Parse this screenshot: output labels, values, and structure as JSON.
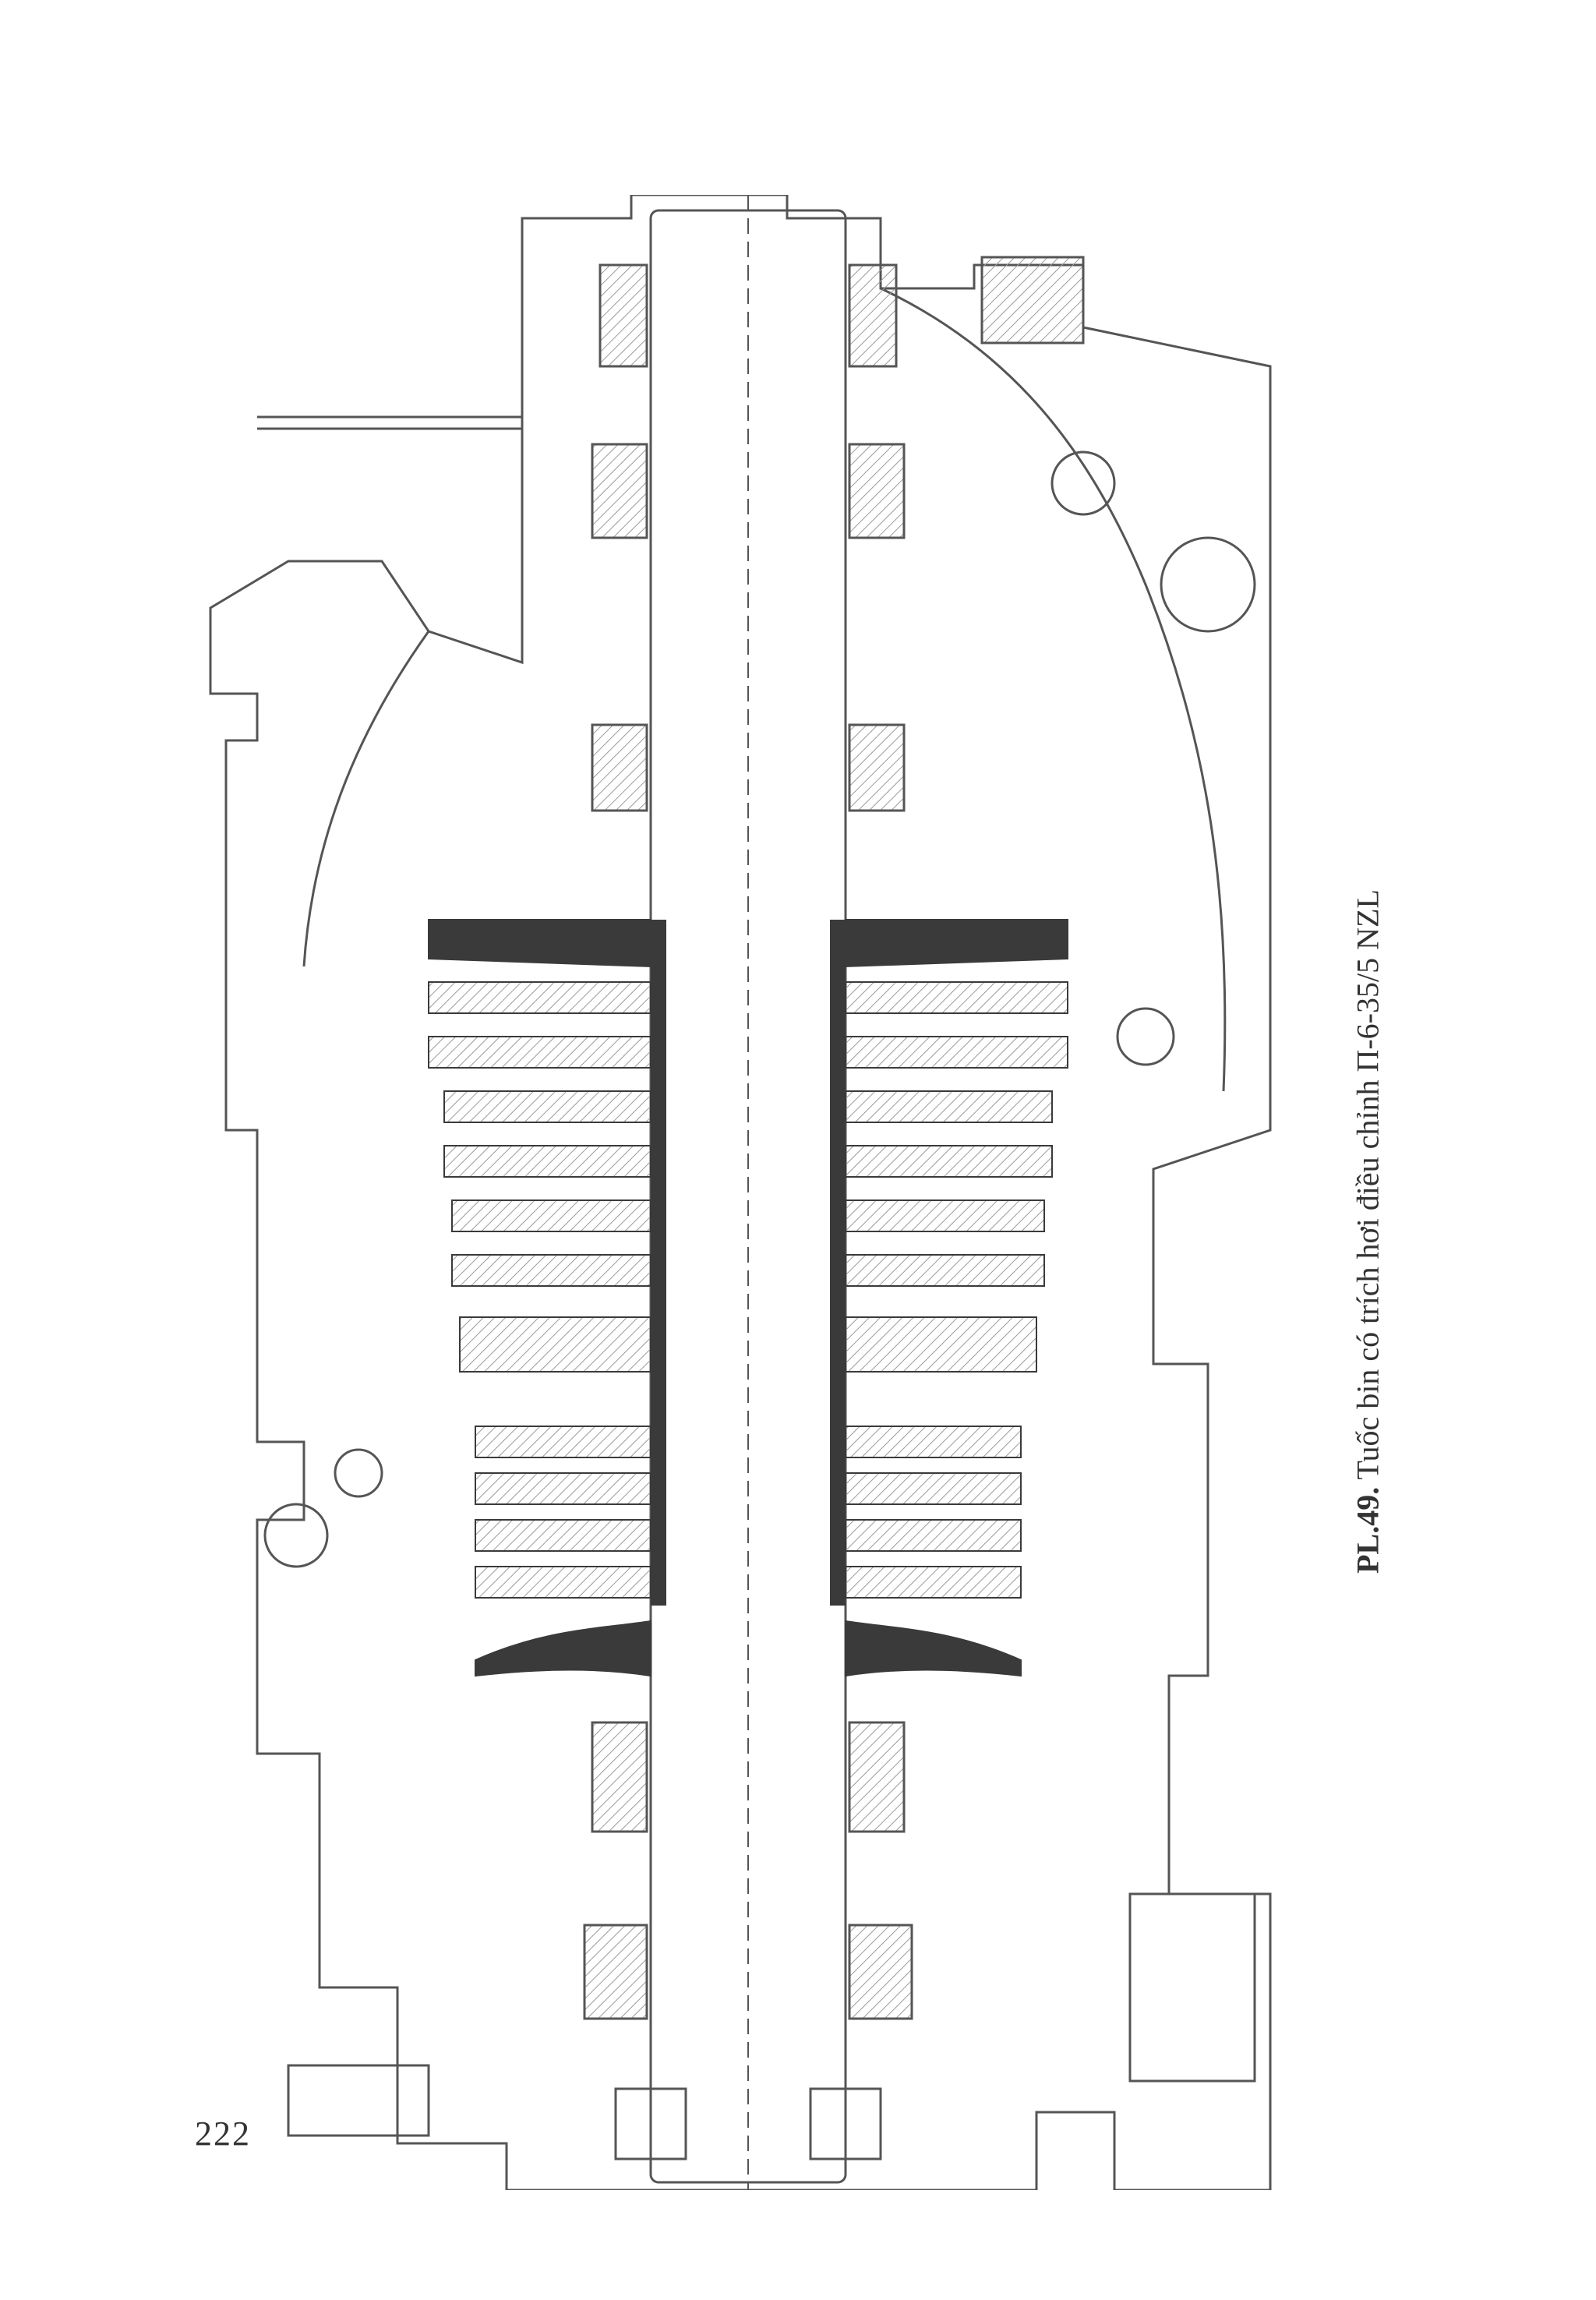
{
  "page": {
    "number": "222",
    "caption": {
      "label": "PL.49.",
      "text": "Tuốc bin có trích hơi điều chỉnh П-6-35/5 NZL"
    }
  },
  "drawing": {
    "subject": "turbine-longitudinal-section",
    "colors": {
      "line": "#555555",
      "hatch": "#9a9a9a",
      "blade": "#3a3a3a"
    },
    "stage_count": 13
  }
}
